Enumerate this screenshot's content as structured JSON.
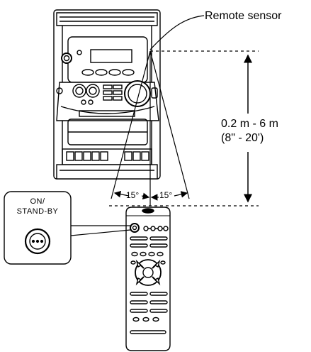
{
  "labels": {
    "remote_sensor": "Remote sensor",
    "distance_metric": "0.2 m - 6 m",
    "distance_imperial": "(8\" - 20')",
    "angle_left": "15°",
    "angle_right": "15°"
  },
  "callout": {
    "line1": "ON/",
    "line2": "STAND-BY"
  },
  "colors": {
    "line": "#000000",
    "background": "#ffffff",
    "panel_fill": "#f2f2f2"
  }
}
